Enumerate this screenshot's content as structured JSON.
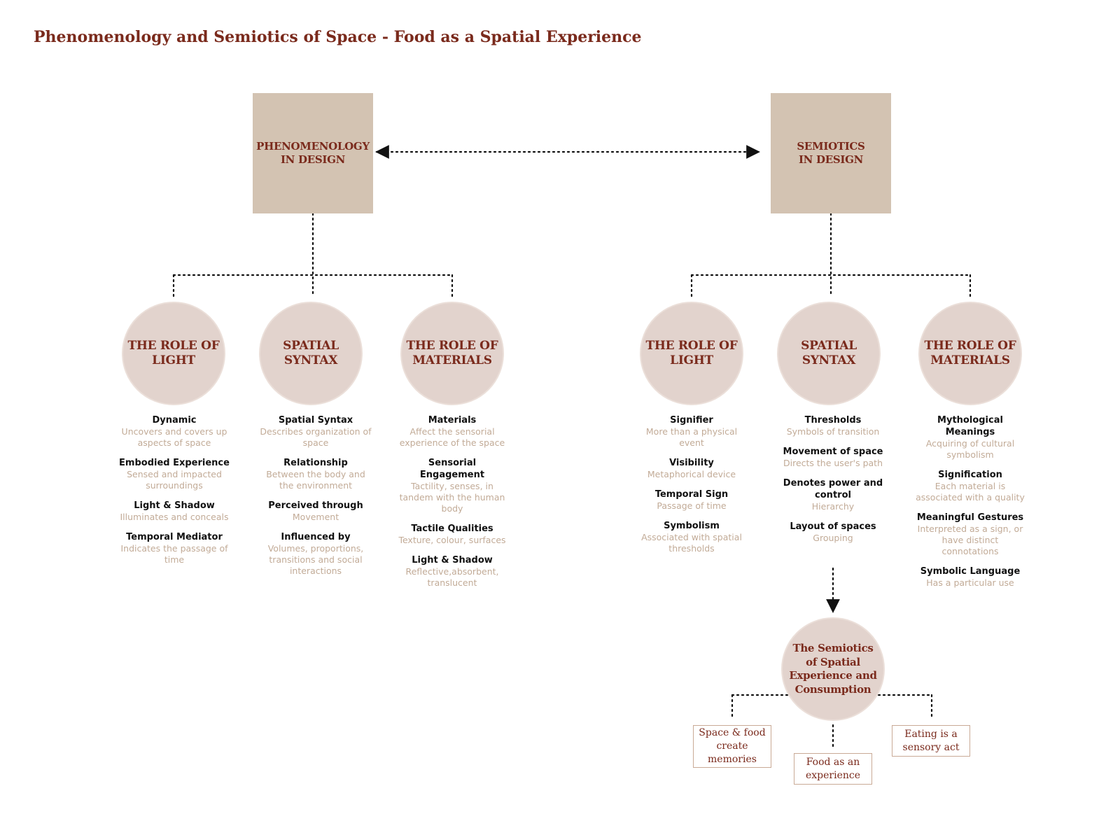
{
  "title": "Phenomenology and Semiotics of Space - Food as a Spatial Experience",
  "colors": {
    "title": "#7a2a1c",
    "square_fill": "#d3c3b2",
    "circle_fill": "#e2d3cd",
    "heading_text": "#111111",
    "description_text": "#c2ab97",
    "box_border": "#c9aa96",
    "connector": "#111111"
  },
  "phenomenology": {
    "label": "PHENOMENOLOGY\nIN DESIGN",
    "circles": [
      {
        "label": "THE ROLE OF\nLIGHT",
        "entries": [
          {
            "heading": "Dynamic",
            "description": "Uncovers and covers up aspects of space"
          },
          {
            "heading": "Embodied Experience",
            "description": "Sensed and impacted surroundings"
          },
          {
            "heading": "Light & Shadow",
            "description": "Illuminates and conceals"
          },
          {
            "heading": "Temporal Mediator",
            "description": "Indicates the passage of time"
          }
        ]
      },
      {
        "label": "SPATIAL\nSYNTAX",
        "entries": [
          {
            "heading": "Spatial Syntax",
            "description": "Describes organization of space"
          },
          {
            "heading": "Relationship",
            "description": "Between the body and the environment"
          },
          {
            "heading": "Perceived through",
            "description": "Movement"
          },
          {
            "heading": "Influenced by",
            "description": "Volumes, proportions, transitions and social interactions"
          }
        ]
      },
      {
        "label": "THE ROLE OF\nMATERIALS",
        "entries": [
          {
            "heading": "Materials",
            "description": "Affect the sensorial experience of the space"
          },
          {
            "heading": "Sensorial Engagement",
            "description": "Tactility, senses, in tandem with the human body"
          },
          {
            "heading": "Tactile Qualities",
            "description": "Texture, colour, surfaces"
          },
          {
            "heading": "Light & Shadow",
            "description": "Reflective,absorbent, translucent"
          }
        ]
      }
    ]
  },
  "semiotics": {
    "label": "SEMIOTICS\nIN DESIGN",
    "circles": [
      {
        "label": "THE ROLE OF\nLIGHT",
        "entries": [
          {
            "heading": "Signifier",
            "description": "More than a physical event"
          },
          {
            "heading": "Visibility",
            "description": "Metaphorical device"
          },
          {
            "heading": "Temporal Sign",
            "description": "Passage of time"
          },
          {
            "heading": "Symbolism",
            "description": "Associated with spatial thresholds"
          }
        ]
      },
      {
        "label": "SPATIAL\nSYNTAX",
        "entries": [
          {
            "heading": "Thresholds",
            "description": "Symbols of transition"
          },
          {
            "heading": "Movement of space",
            "description": "Directs the user's path"
          },
          {
            "heading": "Denotes power and control",
            "description": "Hierarchy"
          },
          {
            "heading": "Layout of spaces",
            "description": "Grouping"
          }
        ]
      },
      {
        "label": "THE ROLE OF\nMATERIALS",
        "entries": [
          {
            "heading": "Mythological Meanings",
            "description": "Acquiring of cultural symbolism"
          },
          {
            "heading": "Signification",
            "description": "Each material is associated with a quality"
          },
          {
            "heading": "Meaningful Gestures",
            "description": "Interpreted as a sign, or have distinct connotations"
          },
          {
            "heading": "Symbolic Language",
            "description": "Has a particular use"
          }
        ]
      }
    ]
  },
  "consumption": {
    "label": "The Semiotics\nof Spatial\nExperience and\nConsumption",
    "outcomes": [
      {
        "label": "Space & food\ncreate\nmemories"
      },
      {
        "label": "Food as an\nexperience"
      },
      {
        "label": "Eating is a\nsensory act"
      }
    ]
  }
}
